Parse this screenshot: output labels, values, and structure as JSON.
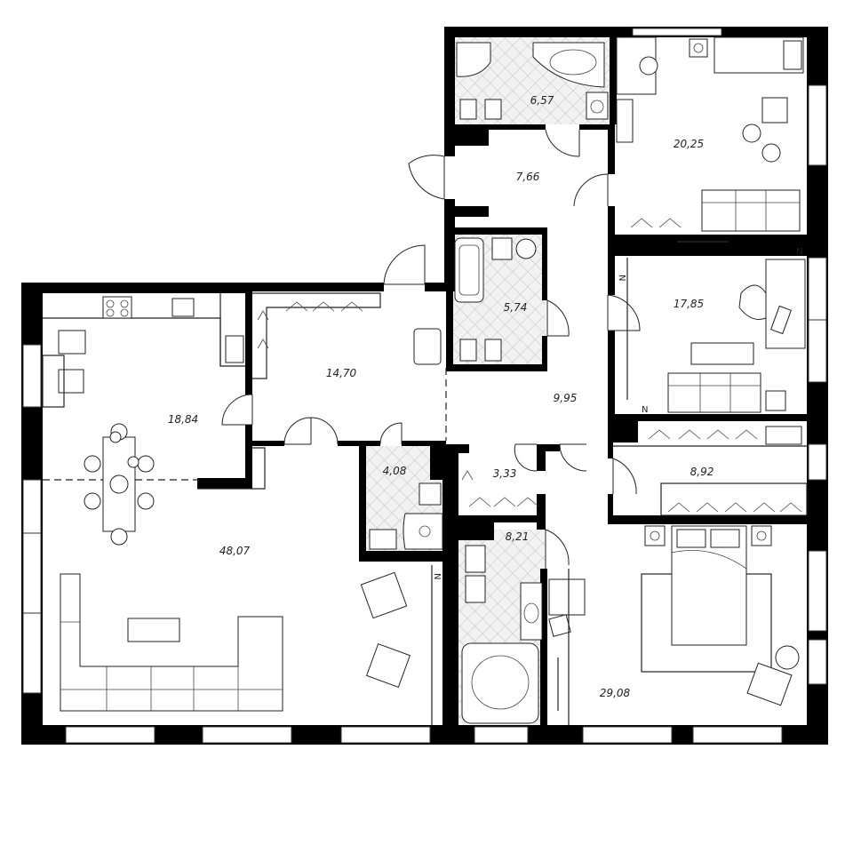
{
  "rooms": [
    {
      "id": "bath-top",
      "area": "6,57"
    },
    {
      "id": "hall-top",
      "area": "7,66"
    },
    {
      "id": "bedroom-child",
      "area": "20,25"
    },
    {
      "id": "bath-middle",
      "area": "5,74"
    },
    {
      "id": "cabinet",
      "area": "17,85"
    },
    {
      "id": "hall-wardrobe",
      "area": "14,70"
    },
    {
      "id": "kitchen",
      "area": "18,84"
    },
    {
      "id": "corridor",
      "area": "9,95"
    },
    {
      "id": "wc-small",
      "area": "4,08"
    },
    {
      "id": "storage",
      "area": "3,33"
    },
    {
      "id": "dressing",
      "area": "8,92"
    },
    {
      "id": "living",
      "area": "48,07"
    },
    {
      "id": "bath-master",
      "area": "8,21"
    },
    {
      "id": "bedroom-master",
      "area": "29,08"
    }
  ],
  "marks": {
    "ventilation_1": "N",
    "ventilation_2": "N",
    "ventilation_3": "N",
    "ventilation_4": "N"
  },
  "colors": {
    "wall": "#000000",
    "line": "#222222",
    "tile": "#d8d8d8",
    "background": "#ffffff"
  }
}
